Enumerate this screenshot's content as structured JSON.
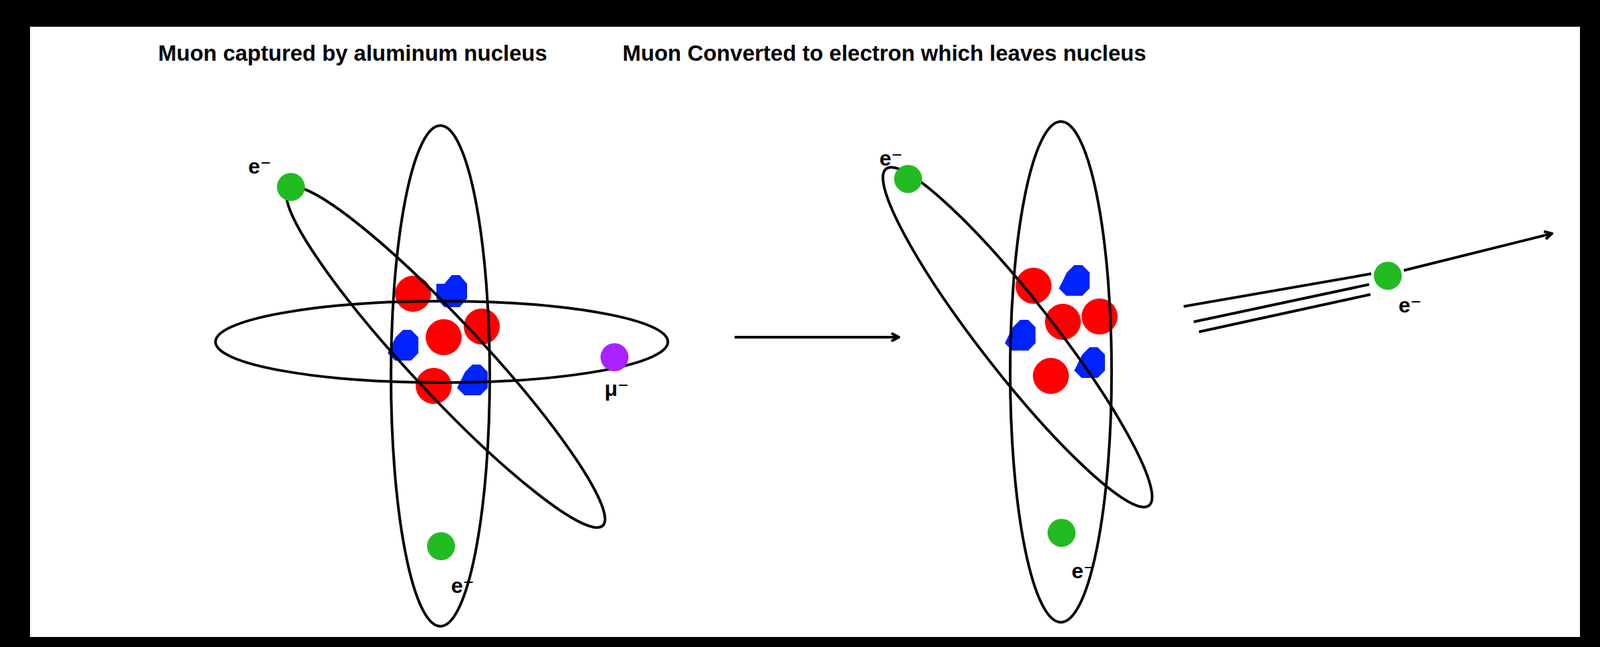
{
  "diagram": {
    "labels": [
      "Muon captured by aluminum nucleus",
      "Muon Converted to electron which leaves nucleus",
      "e⁻",
      "e⁻",
      "μ⁻",
      "e⁻",
      "e⁻",
      "e⁻"
    ]
  }
}
